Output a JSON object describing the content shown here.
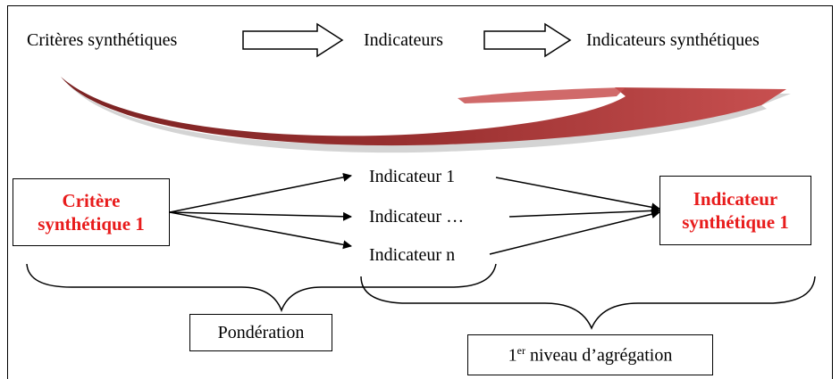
{
  "flow": {
    "step1": "Critères synthétiques",
    "step2": "Indicateurs",
    "step3": "Indicateurs synthétiques"
  },
  "left_box": {
    "line1": "Critère",
    "line2": "synthétique  1"
  },
  "indicators": [
    "Indicateur  1",
    "Indicateur …",
    "Indicateur n"
  ],
  "right_box": {
    "line1": "Indicateur",
    "line2": "synthétique 1"
  },
  "labels": {
    "ponderation": "Pondération",
    "aggregation_exp": "er",
    "aggregation_num": "1",
    "aggregation_rest": " niveau d’agrégation"
  },
  "colors": {
    "accent": "#e81c1c",
    "swoosh_dark": "#7a2222",
    "swoosh_light": "#c85050"
  }
}
